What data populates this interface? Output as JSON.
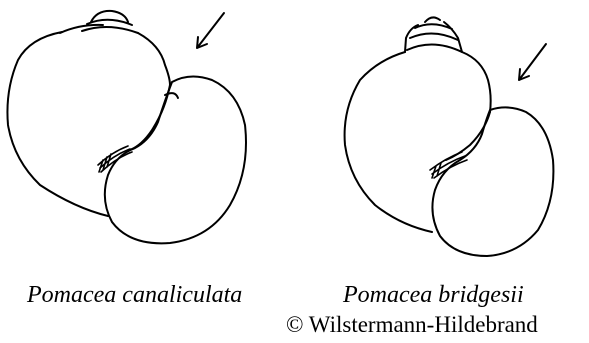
{
  "figure": {
    "left_species": "Pomacea canaliculata",
    "right_species": "Pomacea bridgesii",
    "copyright": "© Wilstermann-Hildebrand"
  }
}
